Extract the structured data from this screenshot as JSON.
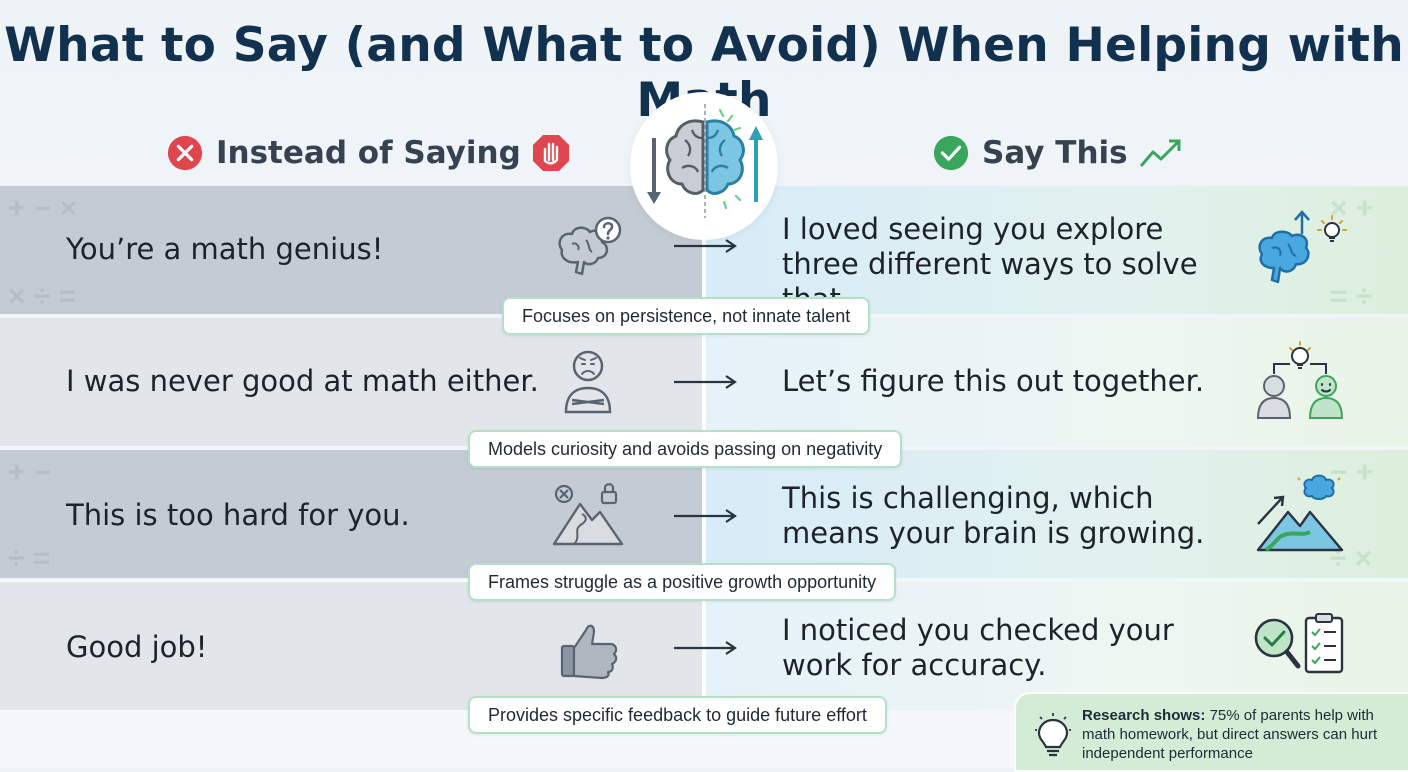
{
  "title": "What to Say (and What to Avoid) When Helping with Math",
  "columns": {
    "left": "Instead of Saying",
    "right": "Say This"
  },
  "rows": [
    {
      "avoid": "You’re a math genius!",
      "say": "I loved seeing you explore three different ways to solve that.",
      "reason": "Focuses on persistence, not innate talent",
      "avoid_icon": "brain-question-icon",
      "say_icon": "brain-growth-lightbulb-icon"
    },
    {
      "avoid": "I was never good at math either.",
      "say": "Let’s figure this out together.",
      "reason": "Models curiosity and avoids passing on negativity",
      "avoid_icon": "frowning-person-icon",
      "say_icon": "two-people-idea-icon"
    },
    {
      "avoid": "This is too hard for you.",
      "say": "This is challenging, which means your brain is growing.",
      "reason": "Frames struggle as a positive growth opportunity",
      "avoid_icon": "blocked-mountain-icon",
      "say_icon": "mountain-brain-icon"
    },
    {
      "avoid": "Good job!",
      "say": "I noticed you checked your work for accuracy.",
      "reason": "Provides specific feedback to guide future effort",
      "avoid_icon": "thumbs-up-icon",
      "say_icon": "magnifier-checklist-icon"
    }
  ],
  "research": {
    "label": "Research shows:",
    "text": "75% of parents help with math homework, but direct answers can hurt independent performance"
  },
  "colors": {
    "title": "#12314f",
    "avoid_red": "#e0464f",
    "say_green": "#3aa55c",
    "pill_border": "#b6dfc7"
  }
}
